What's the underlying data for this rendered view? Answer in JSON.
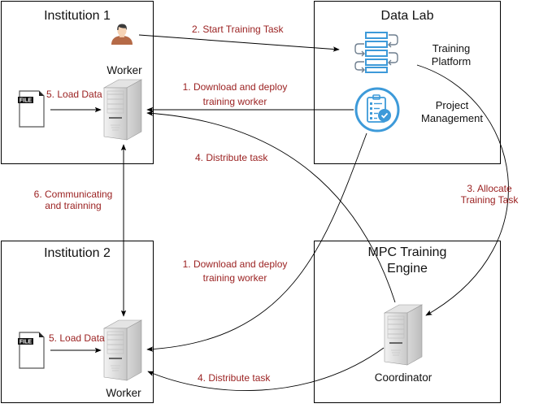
{
  "boxes": {
    "institution1": {
      "title": "Institution 1"
    },
    "data_lab": {
      "title": "Data Lab"
    },
    "institution2": {
      "title": "Institution 2"
    },
    "mpc_engine": {
      "title_line1": "MPC Training",
      "title_line2": "Engine"
    }
  },
  "nodes": {
    "worker1": {
      "label": "Worker",
      "icon": "server-icon"
    },
    "worker2": {
      "label": "Worker",
      "icon": "server-icon"
    },
    "coordinator": {
      "label": "Coordinator",
      "icon": "server-icon"
    },
    "user": {
      "icon": "user-icon"
    },
    "file1": {
      "icon": "file-icon",
      "tag": "FILE"
    },
    "file2": {
      "icon": "file-icon",
      "tag": "FILE"
    },
    "training_platform": {
      "label_line1": "Training",
      "label_line2": "Platform",
      "icon": "workflow-icon"
    },
    "project_management": {
      "label_line1": "Project",
      "label_line2": "Management",
      "icon": "clipboard-check-icon"
    }
  },
  "edges": {
    "start_training": {
      "label": "2. Start Training Task"
    },
    "download_deploy_1": {
      "label_line1": "1. Download and deploy",
      "label_line2": "training worker"
    },
    "download_deploy_2": {
      "label_line1": "1. Download and deploy",
      "label_line2": "training worker"
    },
    "distribute_1": {
      "label": "4. Distribute task"
    },
    "distribute_2": {
      "label": "4. Distribute task"
    },
    "allocate": {
      "label_line1": "3. Allocate",
      "label_line2": "Training Task"
    },
    "load_data_1": {
      "label": "5. Load Data"
    },
    "load_data_2": {
      "label": "5. Load Data"
    },
    "communicating": {
      "label_line1": "6. Communicating",
      "label_line2": "and trainning"
    }
  },
  "colors": {
    "edge_label": "#9b2222",
    "icon_blue": "#3d9ad9",
    "line": "#000000"
  }
}
